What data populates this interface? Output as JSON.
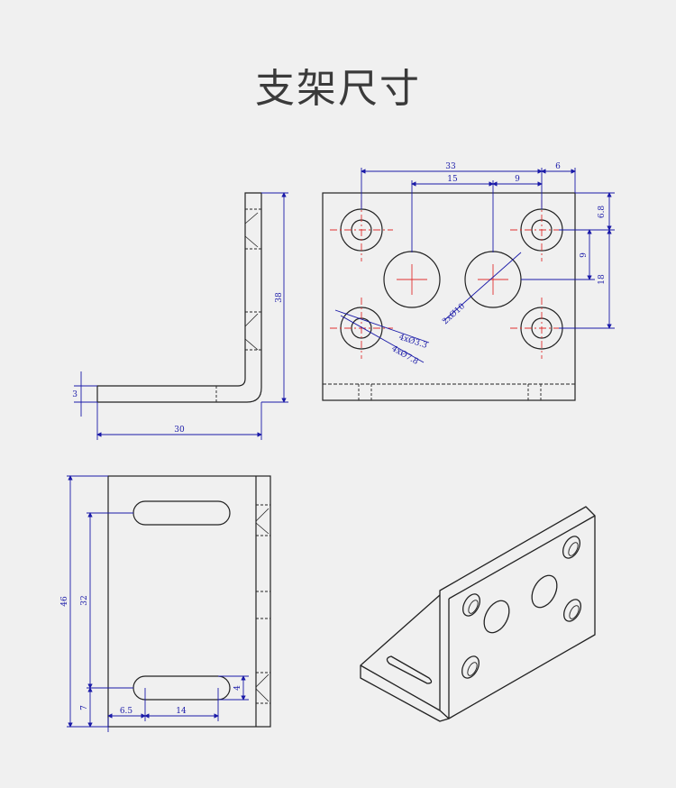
{
  "title": "支架尺寸",
  "colors": {
    "outline": "#222222",
    "dimension": "#1a1aa8",
    "centerline": "#e03030",
    "background": "#f0f0f0"
  },
  "side_view": {
    "height": "38",
    "thickness": "3",
    "length": "30"
  },
  "front_view": {
    "dim_33": "33",
    "dim_6": "6",
    "dim_15": "15",
    "dim_9_top": "9",
    "dim_6_8": "6.8",
    "dim_9_right": "9",
    "dim_18": "18",
    "label_small_holes": "4xØ3.3",
    "label_counterbore": "4xØ7.8",
    "label_big_holes": "2xØ10"
  },
  "base_view": {
    "dim_46": "46",
    "dim_32": "32",
    "dim_7": "7",
    "dim_6_5": "6.5",
    "dim_14": "14",
    "dim_4": "4"
  }
}
